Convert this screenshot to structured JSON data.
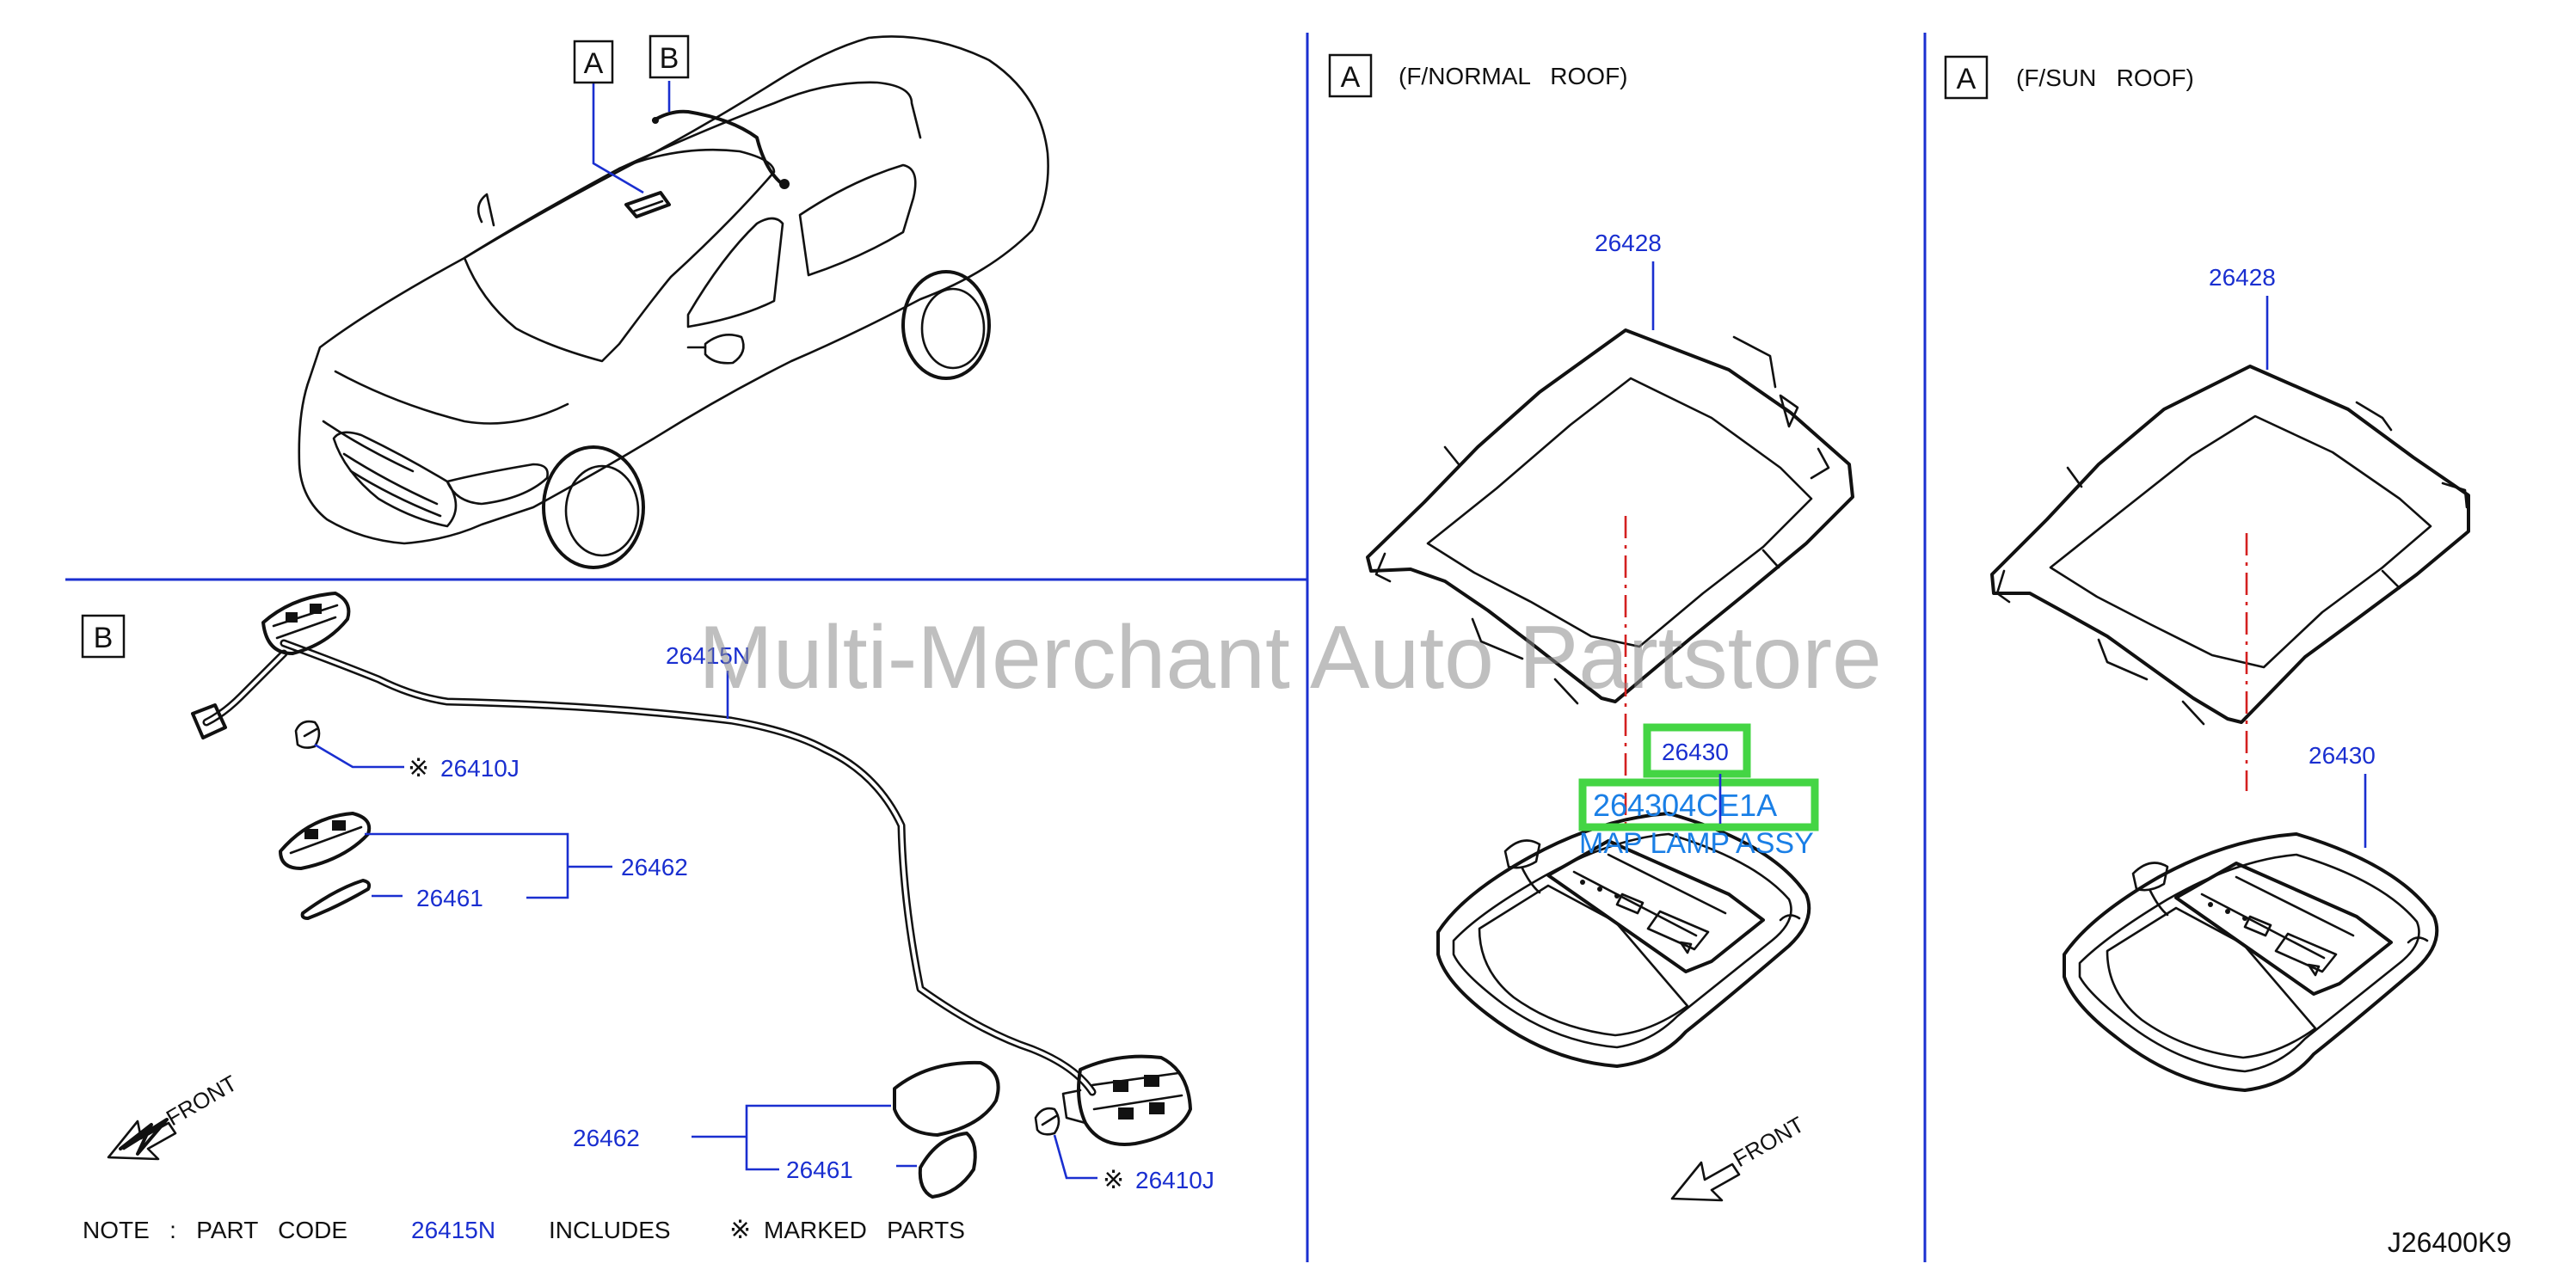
{
  "sections": {
    "a_label": "A",
    "b_label": "B",
    "normal_roof_title": "(F/NORMAL   ROOF)",
    "sun_roof_title": "(F/SUN   ROOF)"
  },
  "callouts": {
    "harness": "26415N",
    "bulb_top": "26410J",
    "bulb_bottom": "26410J",
    "lamp_top": "26462",
    "lens_top": "26461",
    "lamp_bottom": "26462",
    "lens_bottom": "26461",
    "bracket_normal": "26428",
    "lamp_normal": "26430",
    "bracket_sun": "26428",
    "lamp_sun": "26430"
  },
  "marks": {
    "reference_mark": "※"
  },
  "highlight": {
    "part_number": "264304CE1A",
    "part_name": "MAP LAMP ASSY"
  },
  "front_labels": {
    "left": "FRONT",
    "right": "FRONT"
  },
  "note": {
    "prefix": "NOTE   :   PART   CODE",
    "code": "26415N",
    "includes": "INCLUDES",
    "mark": "※",
    "suffix": "MARKED   PARTS"
  },
  "diagram_id": "J26400K9",
  "watermark": "Multi-Merchant Auto Partstore",
  "colors": {
    "callout_blue": "#1a2fd0",
    "highlight_green": "#44d544",
    "highlight_text": "#1a7fe6",
    "line_black": "#111111"
  }
}
